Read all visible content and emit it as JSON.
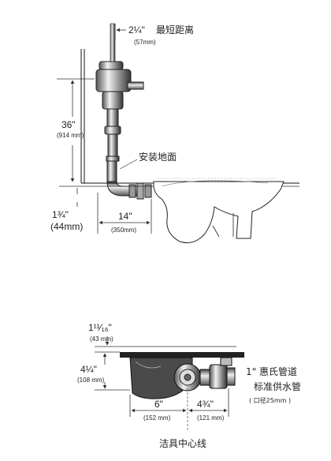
{
  "side_view": {
    "min_clearance": {
      "value": "2¼\"",
      "label": "最短距离",
      "metric": "(57mm)"
    },
    "height": {
      "value": "36\"",
      "metric": "(914 mm)"
    },
    "floor_label": "安装地面",
    "below_floor": {
      "value": "1¾\"",
      "metric": "(44mm)"
    },
    "horizontal": {
      "value": "14\"",
      "metric": "(350mm)"
    }
  },
  "plan_view": {
    "top_height": {
      "value": "1¹¹⁄₁₆\"",
      "metric": "(43 mm)"
    },
    "left_height": {
      "value": "4¼\"",
      "metric": "(108 mm)"
    },
    "pipe_note": {
      "line1": "1\" 惠氏管道",
      "line2": "标准供水管",
      "line3": "( 口径25mm )"
    },
    "offset_6": {
      "value": "6\"",
      "metric": "(152 mm)"
    },
    "offset_4": {
      "value": "4¾\"",
      "metric": "(121 mm)"
    },
    "centerline": "洁具中心线"
  }
}
